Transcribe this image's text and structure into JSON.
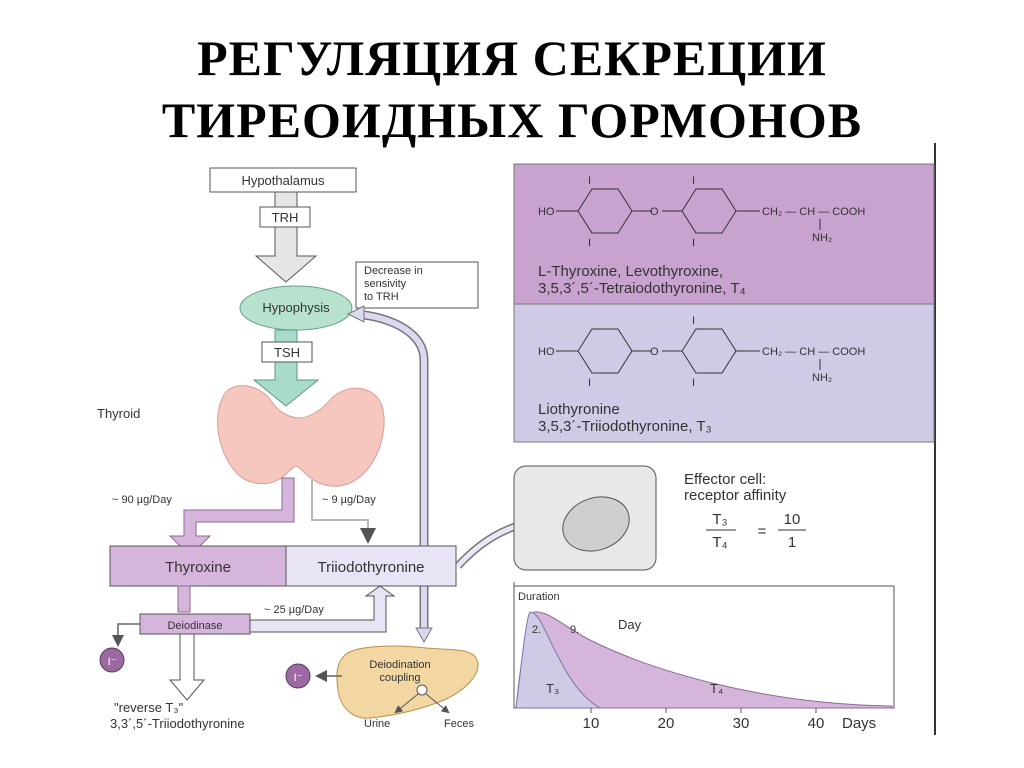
{
  "title": {
    "line1": "РЕГУЛЯЦИЯ СЕКРЕЦИИ",
    "line2": "ТИРЕОИДНЫХ ГОРМОНОВ"
  },
  "axis": {
    "hypothalamus": "Hypothalamus",
    "trh": "TRH",
    "hypophysis": "Hypophysis",
    "tsh": "TSH",
    "thyroid": "Thyroid",
    "feedback_note": [
      "Decrease in",
      "sensivity",
      "to TRH"
    ]
  },
  "secretion": {
    "t4_rate": "~ 90 µg/Day",
    "t3_rate": "~ 9 µg/Day",
    "thyroxine": "Thyroxine",
    "triiodothyronine": "Triiodothyronine",
    "deiodinase": "Deiodinase",
    "conversion_rate": "~ 25 µg/Day",
    "iodide": "I⁻",
    "reverse_t3_line1": "\"reverse T₃\"",
    "reverse_t3_line2": "3,3´,5´-Triiodothyronine"
  },
  "liver": {
    "label_line1": "Deiodination",
    "label_line2": "coupling",
    "urine": "Urine",
    "feces": "Feces"
  },
  "structures": {
    "t4": {
      "name_line1": "L-Thyroxine, Levothyroxine,",
      "name_line2": "3,5,3´,5´-Tetraiodothyronine, T₄",
      "formula_left": "HO",
      "chain": "CH₂ — CH — COOH",
      "amine": "NH₂",
      "iodine": "I"
    },
    "t3": {
      "name_line1": "Liothyronine",
      "name_line2": "3,5,3´-Triiodothyronine, T₃",
      "formula_left": "HO",
      "chain": "CH₂ — CH — COOH",
      "amine": "NH₂",
      "iodine": "I"
    }
  },
  "effector": {
    "line1": "Effector cell:",
    "line2": "receptor affinity",
    "ratio_num_left": "T₃",
    "ratio_den_left": "T₄",
    "equals": "=",
    "ratio_num_right": "10",
    "ratio_den_right": "1"
  },
  "duration_chart": {
    "title": "Duration",
    "day_label": "Day",
    "peak_t3": "2.",
    "peak_t4": "9.",
    "series_t3": "T₃",
    "series_t4": "T₄",
    "ticks": [
      "10",
      "20",
      "30",
      "40"
    ],
    "x_unit": "Days"
  },
  "colors": {
    "purple": "#c9a3cf",
    "lavender": "#cfcbe6",
    "box_purple": "#d6b5dc",
    "green_arrow": "#a8dcc8",
    "thyroid": "#f6c7bf",
    "liver": "#f2d7a3",
    "grey_cell": "#e8e8e8"
  }
}
